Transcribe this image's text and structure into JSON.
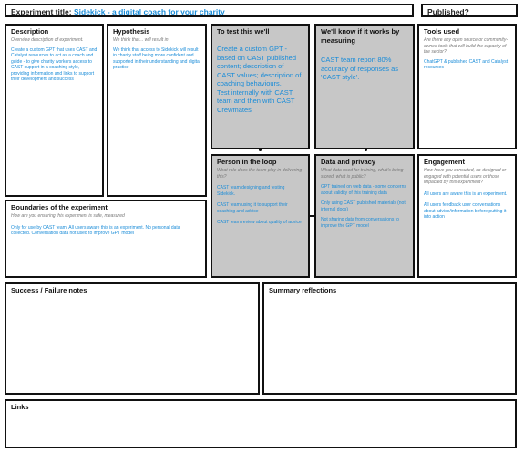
{
  "header": {
    "title_label": "Experiment title: ",
    "title_value": "Sidekick - a digital coach for your charity",
    "published_label": "Published?"
  },
  "description": {
    "heading": "Description",
    "subheading": "Overview description of experiment.",
    "body": "Create a custom GPT that uses CAST and Catalyst resources to act as a coach and guide - to give charity workers access to CAST support in a coaching style, providing information and links to support their development and success"
  },
  "hypothesis": {
    "heading": "Hypothesis",
    "subheading": "We think that... will result in",
    "body": "We think that access to Sidekick will result in charity staff being more confident and supported in their understanding and digital practice"
  },
  "to_test": {
    "heading": "To test this we'll",
    "body": "Create a custom GPT - based on CAST published content; description of CAST values; description of coaching behaviours.\nTest internally with CAST team and then with CAST Crewmates"
  },
  "measuring": {
    "heading": "We'll know if it works by measuring",
    "body": "CAST team report 80% accuracy of responses as 'CAST style'."
  },
  "tools": {
    "heading": "Tools used",
    "subheading": "Are there any open source or community-owned tools that will build the capacity of the sector?",
    "body": "ChatGPT & published CAST and Catalyst resources"
  },
  "person_loop": {
    "heading": "Person in the loop",
    "subheading": "What role does the team play in delivering this?",
    "items": [
      "CAST team designing and testing Sidekick.",
      "CAST team using it to support their coaching and advice",
      "CAST team review about quality of advice"
    ]
  },
  "data_privacy": {
    "heading": "Data and privacy",
    "subheading": "What data used for training, what's being stored, what is public?",
    "items": [
      "GPT trained on web data - some concerns about validity of this training data",
      "Only using CAST published materials (not internal docs)",
      "Not sharing data from conversations to improve the GPT model"
    ]
  },
  "engagement": {
    "heading": "Engagement",
    "subheading": "How have you consulted, co-designed or engaged with potential users or those impacted by this experiment?",
    "items": [
      "All users are aware this is an experiment.",
      "All users feedback user conversations about advice/information before putting it into action"
    ]
  },
  "boundaries": {
    "heading": "Boundaries of the experiment",
    "subheading": "How are you ensuring this experiment is safe, measured",
    "body": "Only for use by CAST team. All users aware this is an experiment. No personal data collected. Conversation data not used to improve GPT model"
  },
  "success": {
    "heading": "Success / Failure notes"
  },
  "summary": {
    "heading": "Summary reflections"
  },
  "links": {
    "heading": "Links"
  }
}
